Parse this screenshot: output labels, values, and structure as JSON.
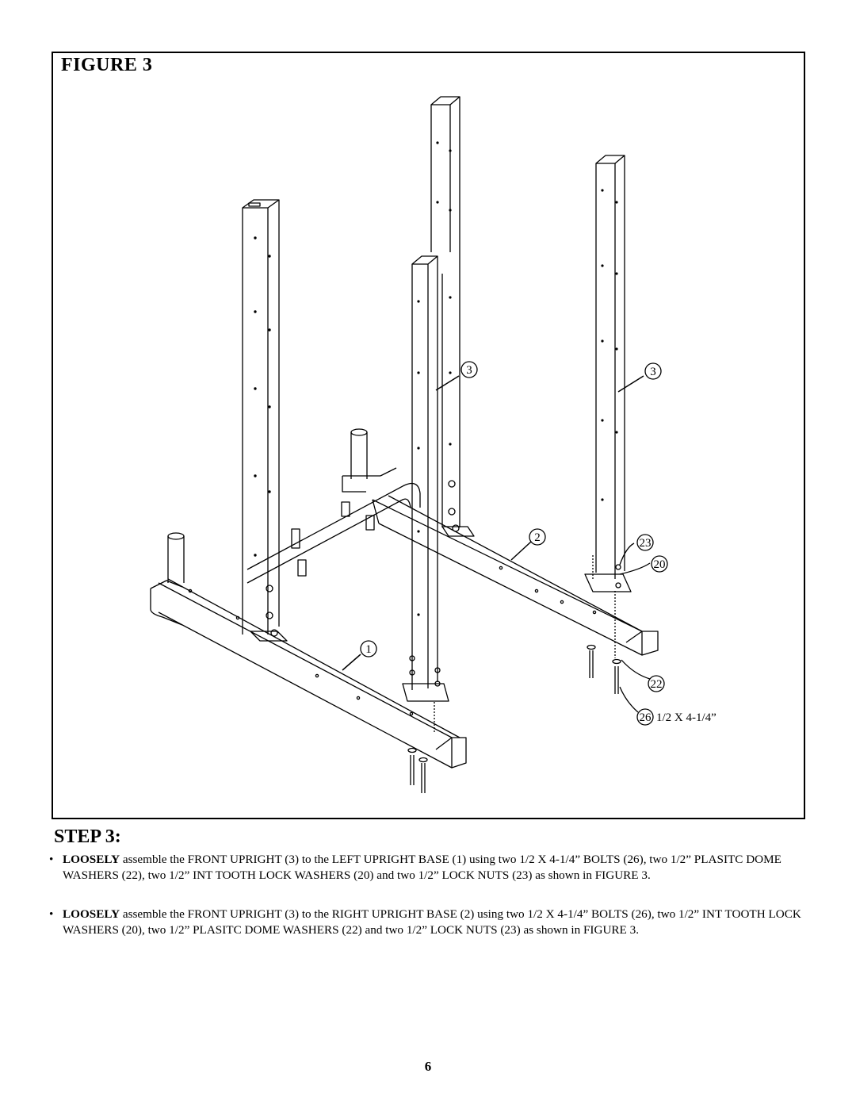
{
  "figure": {
    "title": "FIGURE 3",
    "callouts": {
      "front_upright_middle": "3",
      "front_upright_right": "3",
      "right_base": "2",
      "left_base": "1",
      "lock_nut": "23",
      "lock_washer": "20",
      "dome_washer": "22",
      "bolt": "26",
      "bolt_size": "1/2 X 4-1/4”"
    }
  },
  "step": {
    "title": "STEP 3:",
    "bullets": [
      {
        "bold": "LOOSELY",
        "text": " assemble the FRONT UPRIGHT (3) to the LEFT UPRIGHT BASE (1) using two 1/2 X 4-1/4” BOLTS (26), two 1/2” PLASITC DOME WASHERS (22), two 1/2” INT TOOTH LOCK WASHERS (20) and two 1/2” LOCK NUTS (23) as shown in FIGURE 3."
      },
      {
        "bold": "LOOSELY",
        "text": " assemble the  FRONT UPRIGHT (3) to the RIGHT UPRIGHT BASE (2) using two 1/2 X 4-1/4” BOLTS (26),  two 1/2” INT TOOTH LOCK WASHERS (20), two 1/2” PLASITC DOME WASHERS (22) and two 1/2” LOCK NUTS (23) as shown in FIGURE 3."
      }
    ],
    "bullet_symbol": "•"
  },
  "page_number": "6"
}
